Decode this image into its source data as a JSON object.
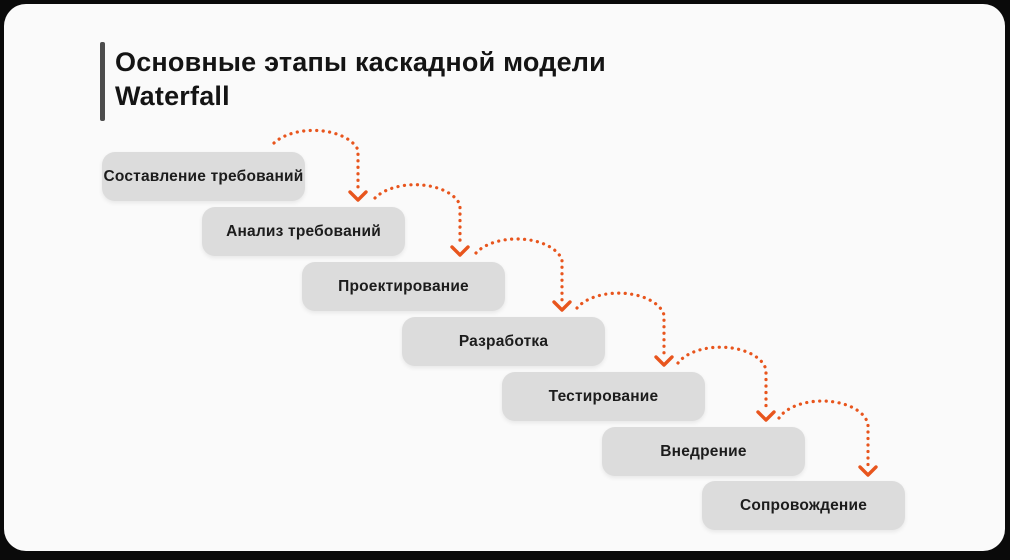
{
  "title": {
    "line1": "Основные этапы каскадной модели",
    "line2": "Waterfall"
  },
  "stages": [
    "Составление требований",
    "Анализ требований",
    "Проектирование",
    "Разработка",
    "Тестирование",
    "Внедрение",
    "Сопровождение"
  ],
  "colors": {
    "accent_orange": "#E8551D",
    "stage_bg": "#DCDCDC",
    "card_bg": "#FAFAFA",
    "frame_bg": "#0A0A0A",
    "text_dark": "#1C1C1C",
    "accent_bar": "#4D4D4D"
  }
}
